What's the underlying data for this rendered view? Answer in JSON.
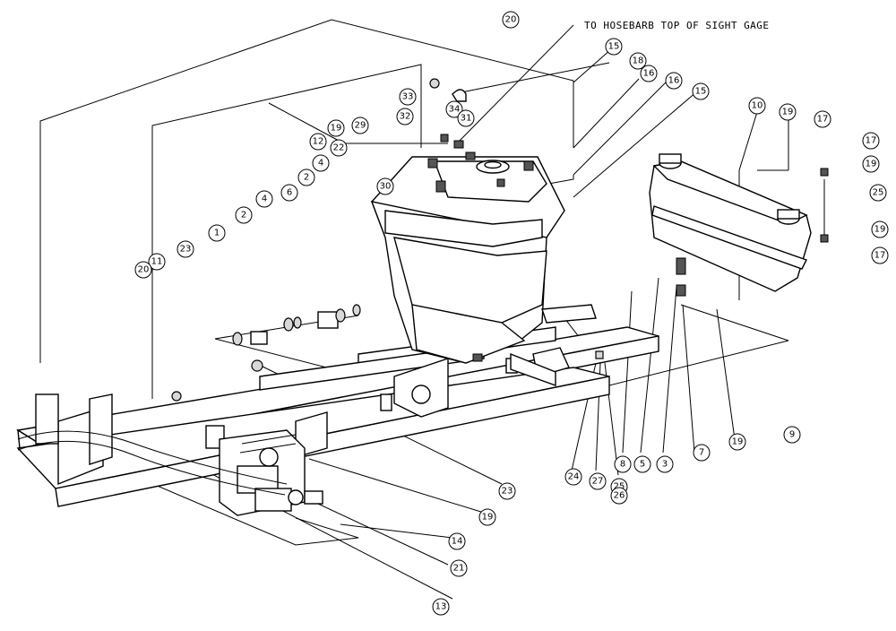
{
  "note_text": "TO HOSEBARB TOP OF SIGHT GAGE",
  "callouts": [
    "20",
    "15",
    "18",
    "16",
    "16",
    "15",
    "33",
    "34",
    "31",
    "32",
    "29",
    "19",
    "12",
    "22",
    "30",
    "10",
    "19",
    "17",
    "17",
    "19",
    "25",
    "19",
    "17",
    "4",
    "2",
    "6",
    "4",
    "2",
    "1",
    "23",
    "11",
    "20",
    "8",
    "5",
    "3",
    "7",
    "19",
    "9",
    "24",
    "27",
    "25",
    "26",
    "23",
    "19",
    "14",
    "21",
    "13"
  ]
}
